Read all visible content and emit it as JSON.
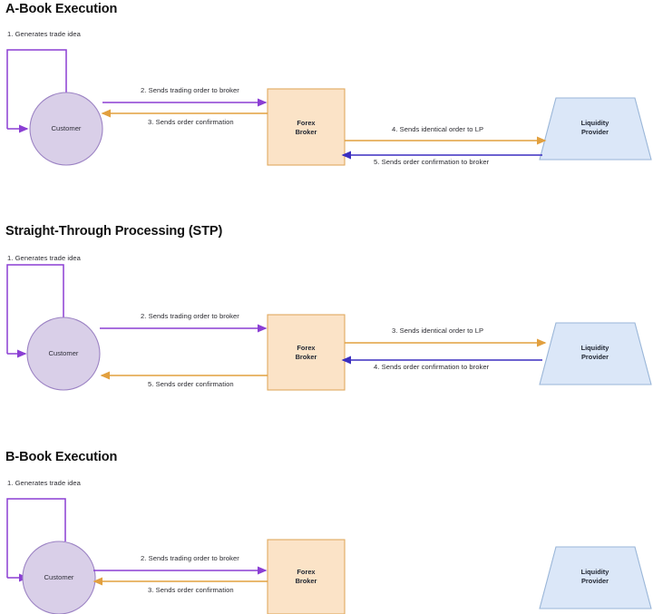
{
  "page": {
    "background_color": "#ffffff",
    "colors": {
      "customer_fill": "#d9cfe8",
      "customer_stroke": "#9c83c4",
      "broker_fill": "#fbe3c7",
      "broker_stroke": "#e0a95f",
      "liquidity_fill": "#dbe7f8",
      "liquidity_stroke": "#9ab6d8",
      "arrow_purple": "#8b3fd4",
      "arrow_orange": "#e2a03f",
      "arrow_blue": "#3b2fc0",
      "title_color": "#111111",
      "label_color": "#2b2b31"
    }
  },
  "diagrams": [
    {
      "id": "abook",
      "title": "A-Book Execution",
      "nodes": {
        "customer": "Customer",
        "broker": "Forex\nBroker",
        "liquidity": "Liquidity\nProvider"
      },
      "edges": [
        {
          "id": "a1",
          "label": "1. Generates trade idea",
          "color": "arrow_purple",
          "direction": "loop-self"
        },
        {
          "id": "a2",
          "label": "2. Sends trading order to broker",
          "color": "arrow_purple",
          "direction": "customer-to-broker"
        },
        {
          "id": "a3",
          "label": "3. Sends order confirmation",
          "color": "arrow_orange",
          "direction": "broker-to-customer"
        },
        {
          "id": "a4",
          "label": "4. Sends identical order to LP",
          "color": "arrow_orange",
          "direction": "broker-to-liquidity"
        },
        {
          "id": "a5",
          "label": "5. Sends order confirmation to broker",
          "color": "arrow_blue",
          "direction": "liquidity-to-broker"
        }
      ]
    },
    {
      "id": "stp",
      "title": "Straight-Through Processing (STP)",
      "nodes": {
        "customer": "Customer",
        "broker": "Forex\nBroker",
        "liquidity": "Liquidity\nProvider"
      },
      "edges": [
        {
          "id": "s1",
          "label": "1. Generates trade idea",
          "color": "arrow_purple",
          "direction": "loop-self"
        },
        {
          "id": "s2",
          "label": "2. Sends trading order to broker",
          "color": "arrow_purple",
          "direction": "customer-to-broker"
        },
        {
          "id": "s3",
          "label": "3. Sends identical order to LP",
          "color": "arrow_orange",
          "direction": "broker-to-liquidity"
        },
        {
          "id": "s4",
          "label": "4. Sends order confirmation to broker",
          "color": "arrow_blue",
          "direction": "liquidity-to-broker"
        },
        {
          "id": "s5",
          "label": "5. Sends order confirmation",
          "color": "arrow_orange",
          "direction": "broker-to-customer"
        }
      ]
    },
    {
      "id": "bbook",
      "title": "B-Book Execution",
      "nodes": {
        "customer": "Customer",
        "broker": "Forex\nBroker",
        "liquidity": "Liquidity\nProvider"
      },
      "edges": [
        {
          "id": "b1",
          "label": "1. Generates trade idea",
          "color": "arrow_purple",
          "direction": "loop-self"
        },
        {
          "id": "b2",
          "label": "2. Sends trading order to broker",
          "color": "arrow_purple",
          "direction": "customer-to-broker"
        },
        {
          "id": "b3",
          "label": "3. Sends order confirmation",
          "color": "arrow_orange",
          "direction": "broker-to-customer"
        }
      ]
    }
  ]
}
